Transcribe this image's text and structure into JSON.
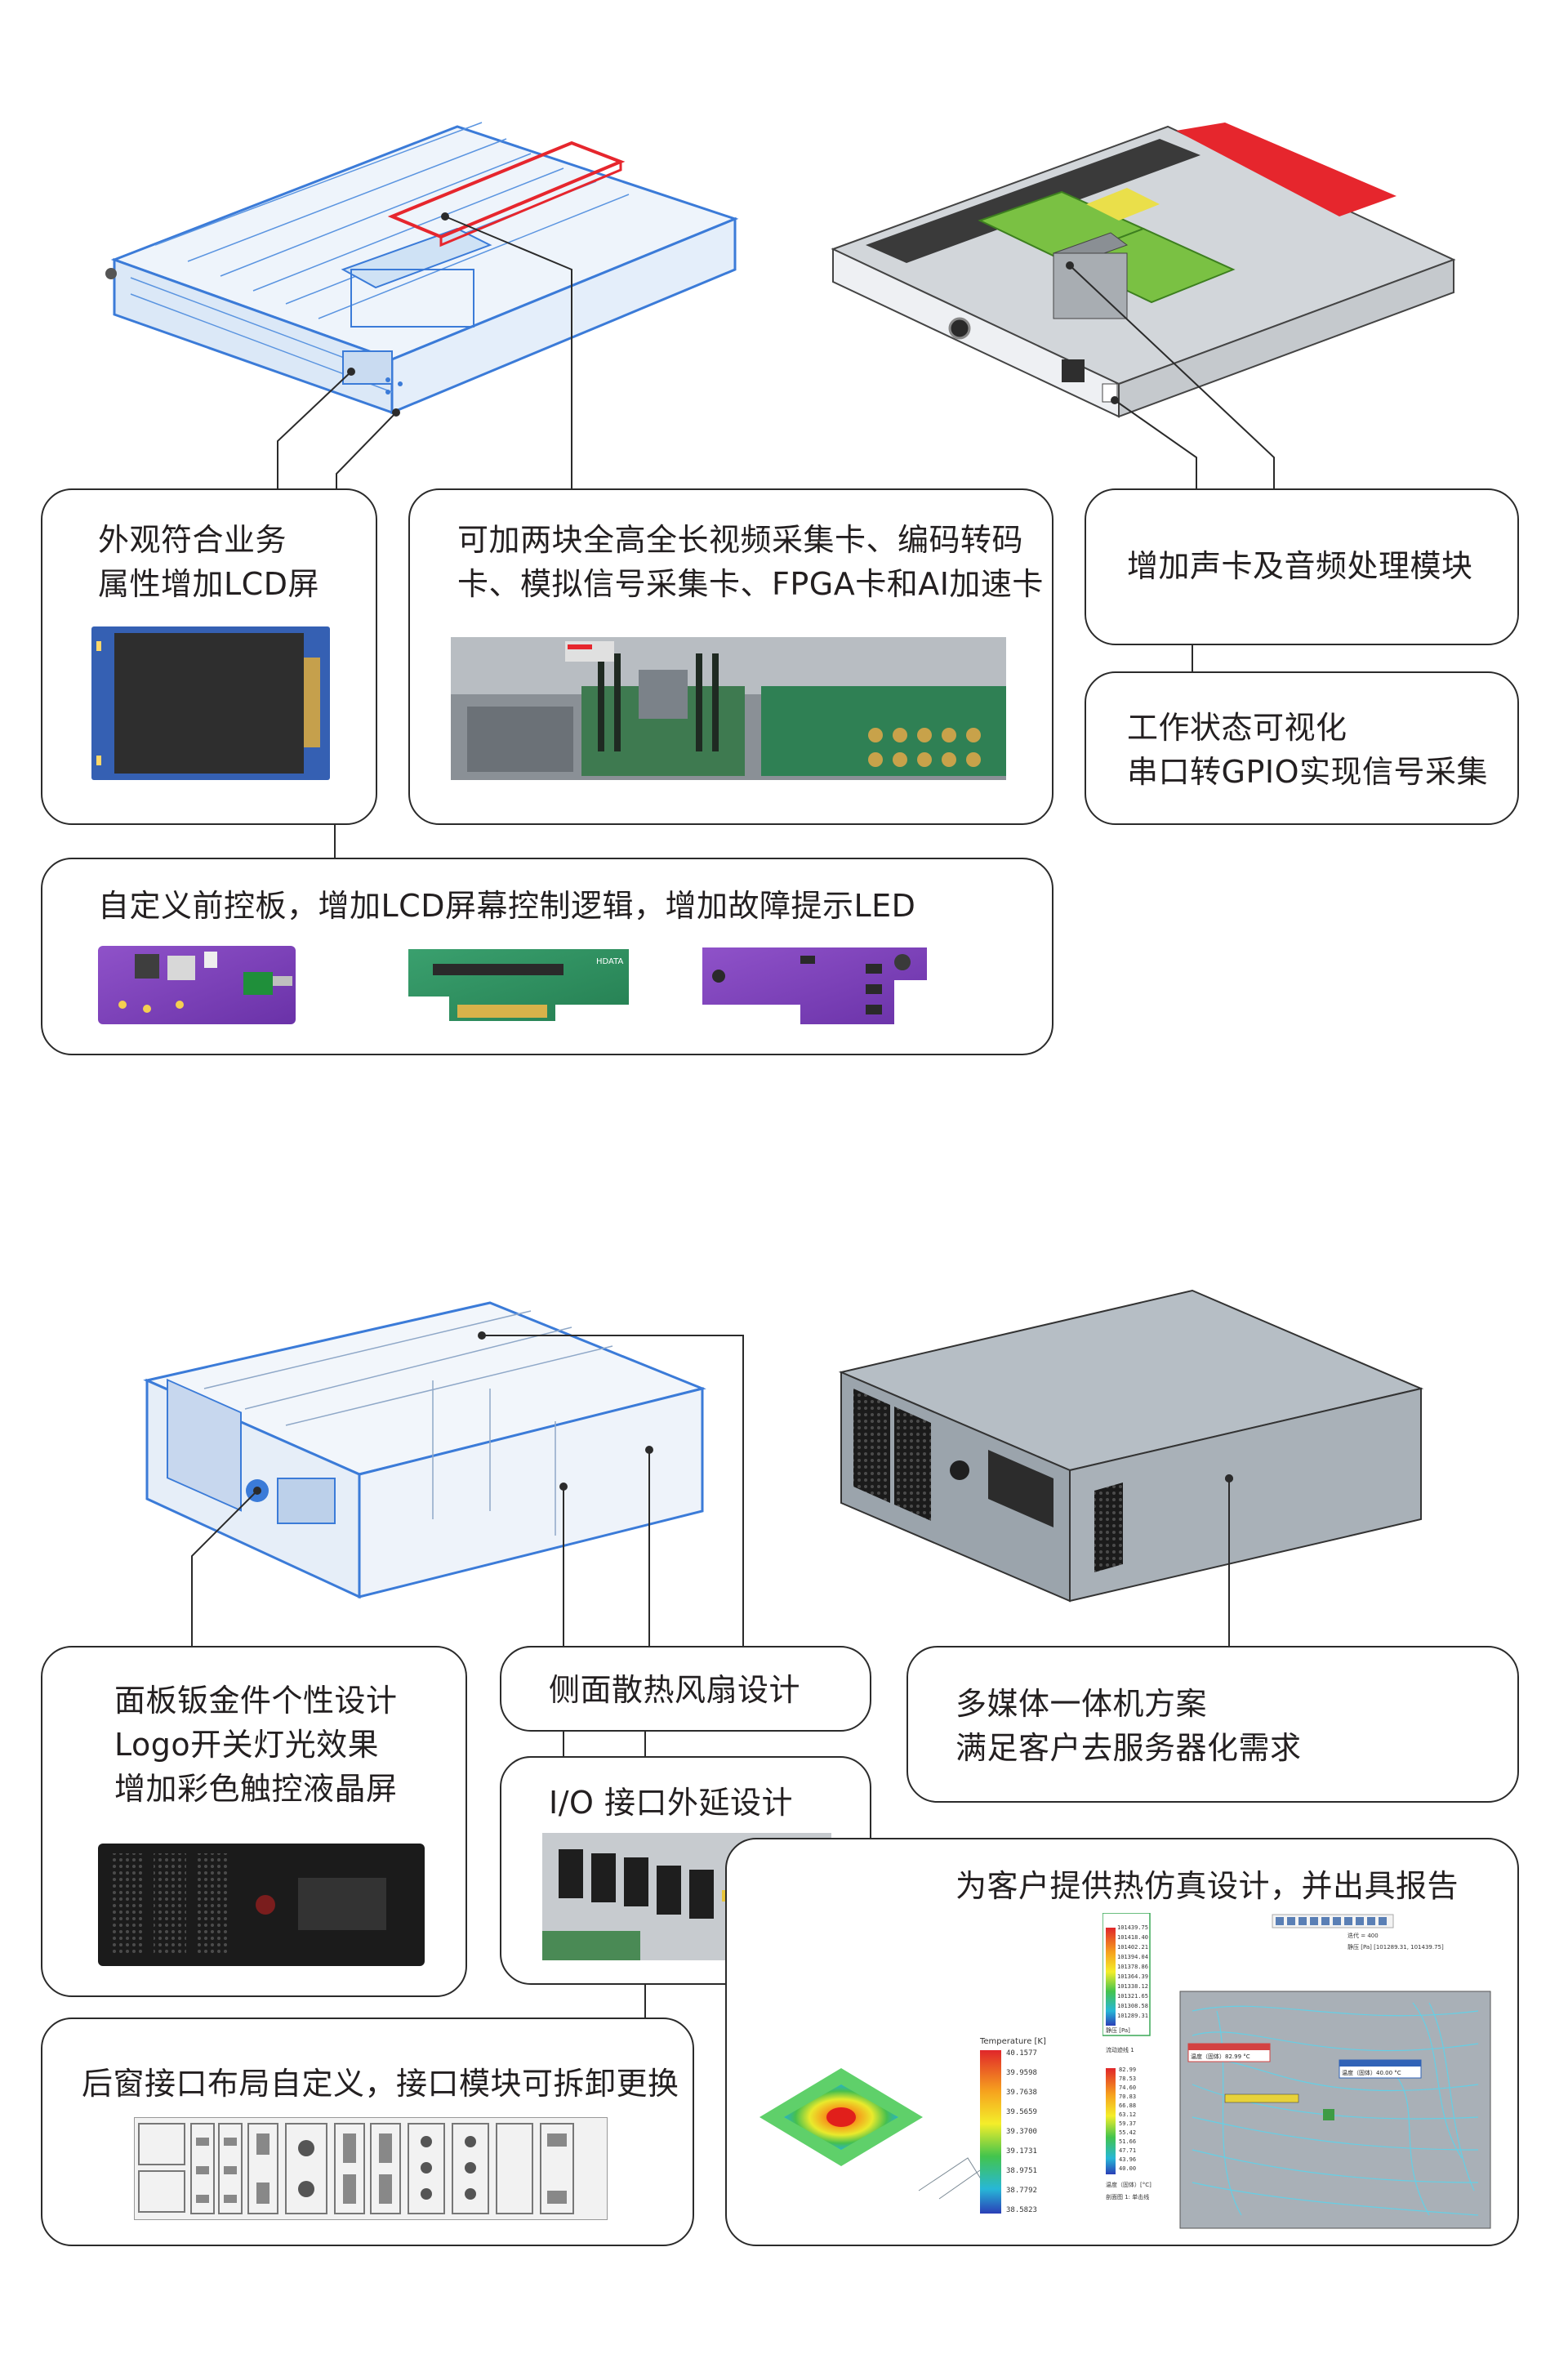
{
  "top_section": {
    "card_lcd": {
      "line1": "外观符合业务",
      "line2": "属性增加LCD屏"
    },
    "card_cards": {
      "line1": "可加两块全高全长视频采集卡、编码转码",
      "line2": "卡、模拟信号采集卡、FPGA卡和AI加速卡"
    },
    "card_sound": {
      "line1": "增加声卡及音频处理模块"
    },
    "card_gpio": {
      "line1": "工作状态可视化",
      "line2": "串口转GPIO实现信号采集"
    },
    "card_front": {
      "line1": "自定义前控板，增加LCD屏幕控制逻辑，增加故障提示LED"
    },
    "riser_board_label": "HDATA"
  },
  "bottom_section": {
    "card_panel": {
      "line1": "面板钣金件个性设计",
      "line2": "Logo开关灯光效果",
      "line3": "增加彩色触控液晶屏"
    },
    "card_fan": {
      "line1": "侧面散热风扇设计"
    },
    "card_io": {
      "line1": "I/O 接口外延设计"
    },
    "card_media": {
      "line1": "多媒体一体机方案",
      "line2": "满足客户去服务器化需求"
    },
    "card_rear": {
      "line1": "后窗接口布局自定义，接口模块可拆卸更换"
    },
    "card_thermal": {
      "line1": "为客户提供热仿真设计，并出具报告"
    },
    "thermal_sim": {
      "legend_title": "Temperature [K]",
      "legend_values": [
        "40.1577",
        "39.9598",
        "39.7638",
        "39.5659",
        "39.3700",
        "39.1731",
        "38.9751",
        "38.7792",
        "38.5823"
      ],
      "cfd_legend_values": [
        "101439.75",
        "101418.40",
        "101402.21",
        "101394.04",
        "101378.86",
        "101364.39",
        "101338.12",
        "101321.65",
        "101308.58",
        "101289.31"
      ],
      "cfd_temp_values": [
        "82.99",
        "78.53",
        "74.60",
        "70.83",
        "66.88",
        "63.12",
        "59.37",
        "55.42",
        "51.66",
        "47.71",
        "43.96",
        "40.00"
      ],
      "probe_a_label": "温度（固体）82.99 °C",
      "probe_b_label": "温度（固体）40.00 °C",
      "cfd_toolbar_caption": "迭代 = 400",
      "cfd_range_caption": "静压 [Pa] [101289.31, 101439.75]",
      "legend_unit_a": "静压 [Pa]",
      "legend_unit_b": "温度（固体）[°C]",
      "plane_caption": "剖面图 1: 单击线",
      "iter_caption": "流动迹线 1"
    }
  },
  "colors": {
    "line": "#2b2b2b",
    "card_border": "#2b2b2b",
    "pcb_purple": "#7b3fb8",
    "pcb_green": "#2f9a63",
    "accent_red": "#e6262d",
    "accent_green": "#7ac143",
    "wire_blue": "#3b7bd8"
  }
}
